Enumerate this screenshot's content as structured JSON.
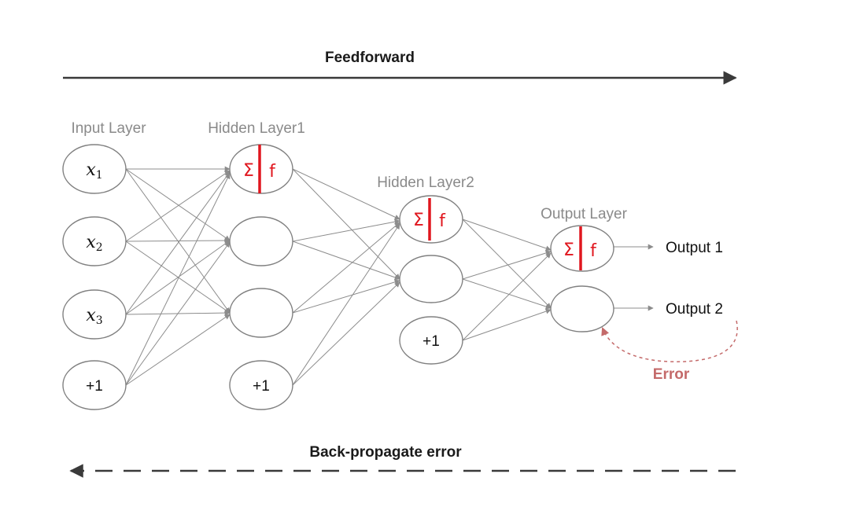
{
  "feedforward": {
    "label": "Feedforward"
  },
  "backprop": {
    "label": "Back-propagate error"
  },
  "layers": {
    "input": {
      "label": "Input Layer",
      "nodes": [
        "x1",
        "x2",
        "x3",
        "+1"
      ]
    },
    "hidden1": {
      "label": "Hidden Layer1",
      "bias": "+1"
    },
    "hidden2": {
      "label": "Hidden Layer2",
      "bias": "+1"
    },
    "output": {
      "label": "Output Layer"
    }
  },
  "input_symbol": "x",
  "input_subscripts": [
    "1",
    "2",
    "3"
  ],
  "input_bias": "+1",
  "activation": {
    "sum": "Σ",
    "func": "f"
  },
  "outputs": [
    "Output 1",
    "Output 2"
  ],
  "error": {
    "label": "Error"
  },
  "colors": {
    "activation": "#e0161e",
    "error": "#c46a6a",
    "edge": "#8c8c8c",
    "node_stroke": "#808080"
  }
}
